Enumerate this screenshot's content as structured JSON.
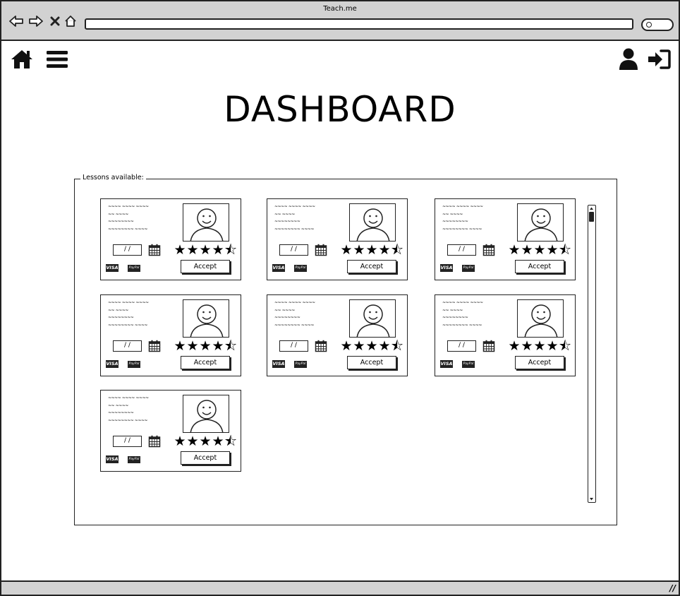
{
  "browser": {
    "title": "Teach.me",
    "back_icon": "back-arrow-icon",
    "forward_icon": "forward-arrow-icon",
    "stop_icon": "close-icon",
    "home_icon": "home-outline-icon",
    "search_icon": "search-icon"
  },
  "header": {
    "home_icon": "home-icon",
    "menu_icon": "hamburger-menu-icon",
    "user_icon": "user-icon",
    "login_icon": "sign-in-icon"
  },
  "page": {
    "title": "DASHBOARD"
  },
  "lessons": {
    "legend": "Lessons available:",
    "cards": [
      {
        "text_lines": [
          "~~~~ ~~~~ ~~~~",
          "~~ ~~~~",
          "~~~~~~~~",
          "~~~~~~~~ ~~~~"
        ],
        "date": "/ /",
        "rating": 4.5,
        "payment": [
          "VISA",
          "PayPal"
        ],
        "accept_label": "Accept"
      },
      {
        "text_lines": [
          "~~~~ ~~~~ ~~~~",
          "~~ ~~~~",
          "~~~~~~~~",
          "~~~~~~~~ ~~~~"
        ],
        "date": "/ /",
        "rating": 4.5,
        "payment": [
          "VISA",
          "PayPal"
        ],
        "accept_label": "Accept"
      },
      {
        "text_lines": [
          "~~~~ ~~~~ ~~~~",
          "~~ ~~~~",
          "~~~~~~~~",
          "~~~~~~~~ ~~~~"
        ],
        "date": "/ /",
        "rating": 4.5,
        "payment": [
          "VISA",
          "PayPal"
        ],
        "accept_label": "Accept"
      },
      {
        "text_lines": [
          "~~~~ ~~~~ ~~~~",
          "~~ ~~~~",
          "~~~~~~~~",
          "~~~~~~~~ ~~~~"
        ],
        "date": "/ /",
        "rating": 4.5,
        "payment": [
          "VISA",
          "PayPal"
        ],
        "accept_label": "Accept"
      },
      {
        "text_lines": [
          "~~~~ ~~~~ ~~~~",
          "~~ ~~~~",
          "~~~~~~~~",
          "~~~~~~~~ ~~~~"
        ],
        "date": "/ /",
        "rating": 4.5,
        "payment": [
          "VISA",
          "PayPal"
        ],
        "accept_label": "Accept"
      },
      {
        "text_lines": [
          "~~~~ ~~~~ ~~~~",
          "~~ ~~~~",
          "~~~~~~~~",
          "~~~~~~~~ ~~~~"
        ],
        "date": "/ /",
        "rating": 4.5,
        "payment": [
          "VISA",
          "PayPal"
        ],
        "accept_label": "Accept"
      },
      {
        "text_lines": [
          "~~~~ ~~~~ ~~~~",
          "~~ ~~~~",
          "~~~~~~~~",
          "~~~~~~~~ ~~~~"
        ],
        "date": "/ /",
        "rating": 4.5,
        "payment": [
          "VISA",
          "PayPal"
        ],
        "accept_label": "Accept"
      }
    ]
  },
  "colors": {
    "chrome_bg": "#d2d2d2",
    "ink": "#222222",
    "page_bg": "#ffffff"
  }
}
